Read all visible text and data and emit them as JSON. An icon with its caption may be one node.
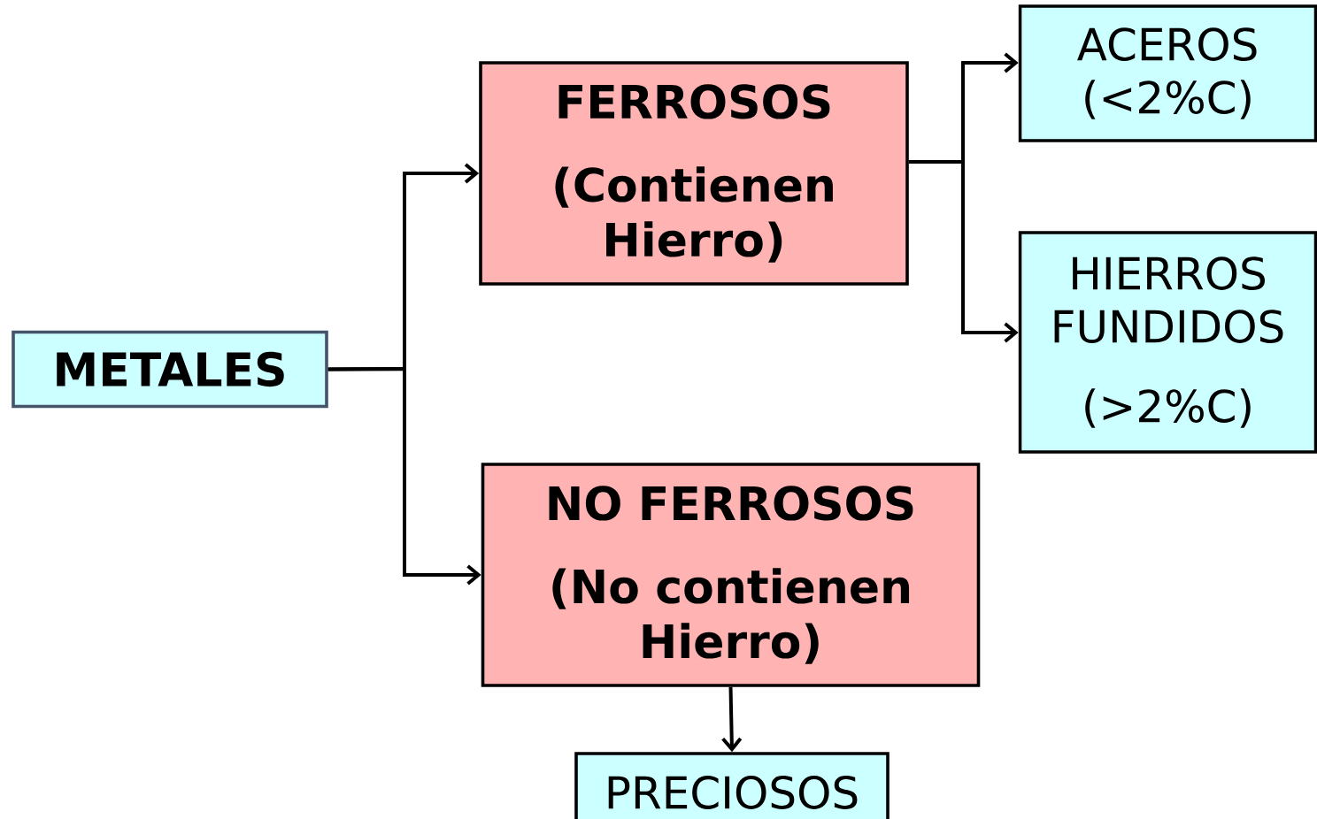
{
  "diagram": {
    "nodes": [
      {
        "text": [
          "METALES"
        ]
      },
      {
        "text": [
          "FERROSOS",
          "(Contienen Hierro)"
        ]
      },
      {
        "text": [
          "NO FERROSOS",
          "(No contienen Hierro)"
        ]
      },
      {
        "text": [
          "ACEROS (<2%C)"
        ]
      },
      {
        "text": [
          "HIERROS FUNDIDOS",
          "(>2%C)"
        ]
      },
      {
        "text": [
          "PRECIOSOS"
        ]
      }
    ],
    "edges": [
      {
        "from": 0,
        "to": 1,
        "arrow": "to"
      },
      {
        "from": 0,
        "to": 2,
        "arrow": "to"
      },
      {
        "from": 1,
        "to": 3,
        "arrow": "to"
      },
      {
        "from": 1,
        "to": 4,
        "arrow": "to"
      },
      {
        "from": 2,
        "to": 5,
        "arrow": "to"
      }
    ]
  }
}
